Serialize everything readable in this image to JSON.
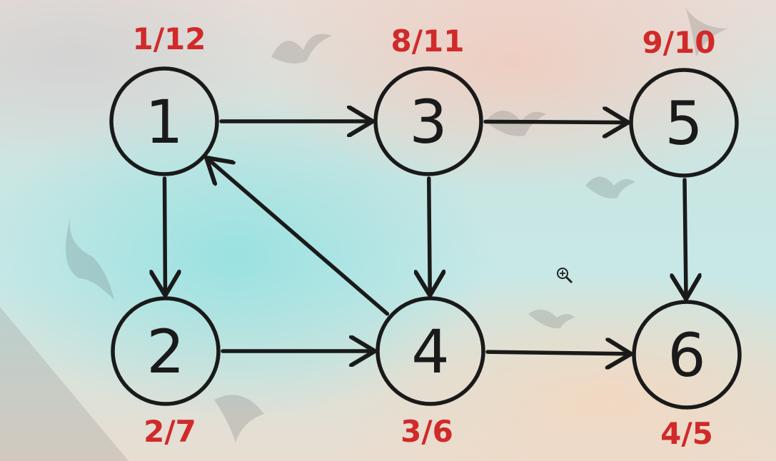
{
  "graph": {
    "nodes": [
      {
        "id": "1",
        "label": "1",
        "times": "1/12"
      },
      {
        "id": "2",
        "label": "2",
        "times": "2/7"
      },
      {
        "id": "3",
        "label": "3",
        "times": "8/11"
      },
      {
        "id": "4",
        "label": "4",
        "times": "3/6"
      },
      {
        "id": "5",
        "label": "5",
        "times": "9/10"
      },
      {
        "id": "6",
        "label": "6",
        "times": "4/5"
      }
    ],
    "edges": [
      {
        "from": "1",
        "to": "3"
      },
      {
        "from": "3",
        "to": "5"
      },
      {
        "from": "1",
        "to": "2"
      },
      {
        "from": "3",
        "to": "4"
      },
      {
        "from": "5",
        "to": "6"
      },
      {
        "from": "2",
        "to": "4"
      },
      {
        "from": "4",
        "to": "6"
      },
      {
        "from": "4",
        "to": "1"
      }
    ]
  },
  "colors": {
    "node_stroke": "#1a1a1a",
    "time_label": "#d02a2a"
  },
  "cursor_icon": "zoom-in-icon"
}
